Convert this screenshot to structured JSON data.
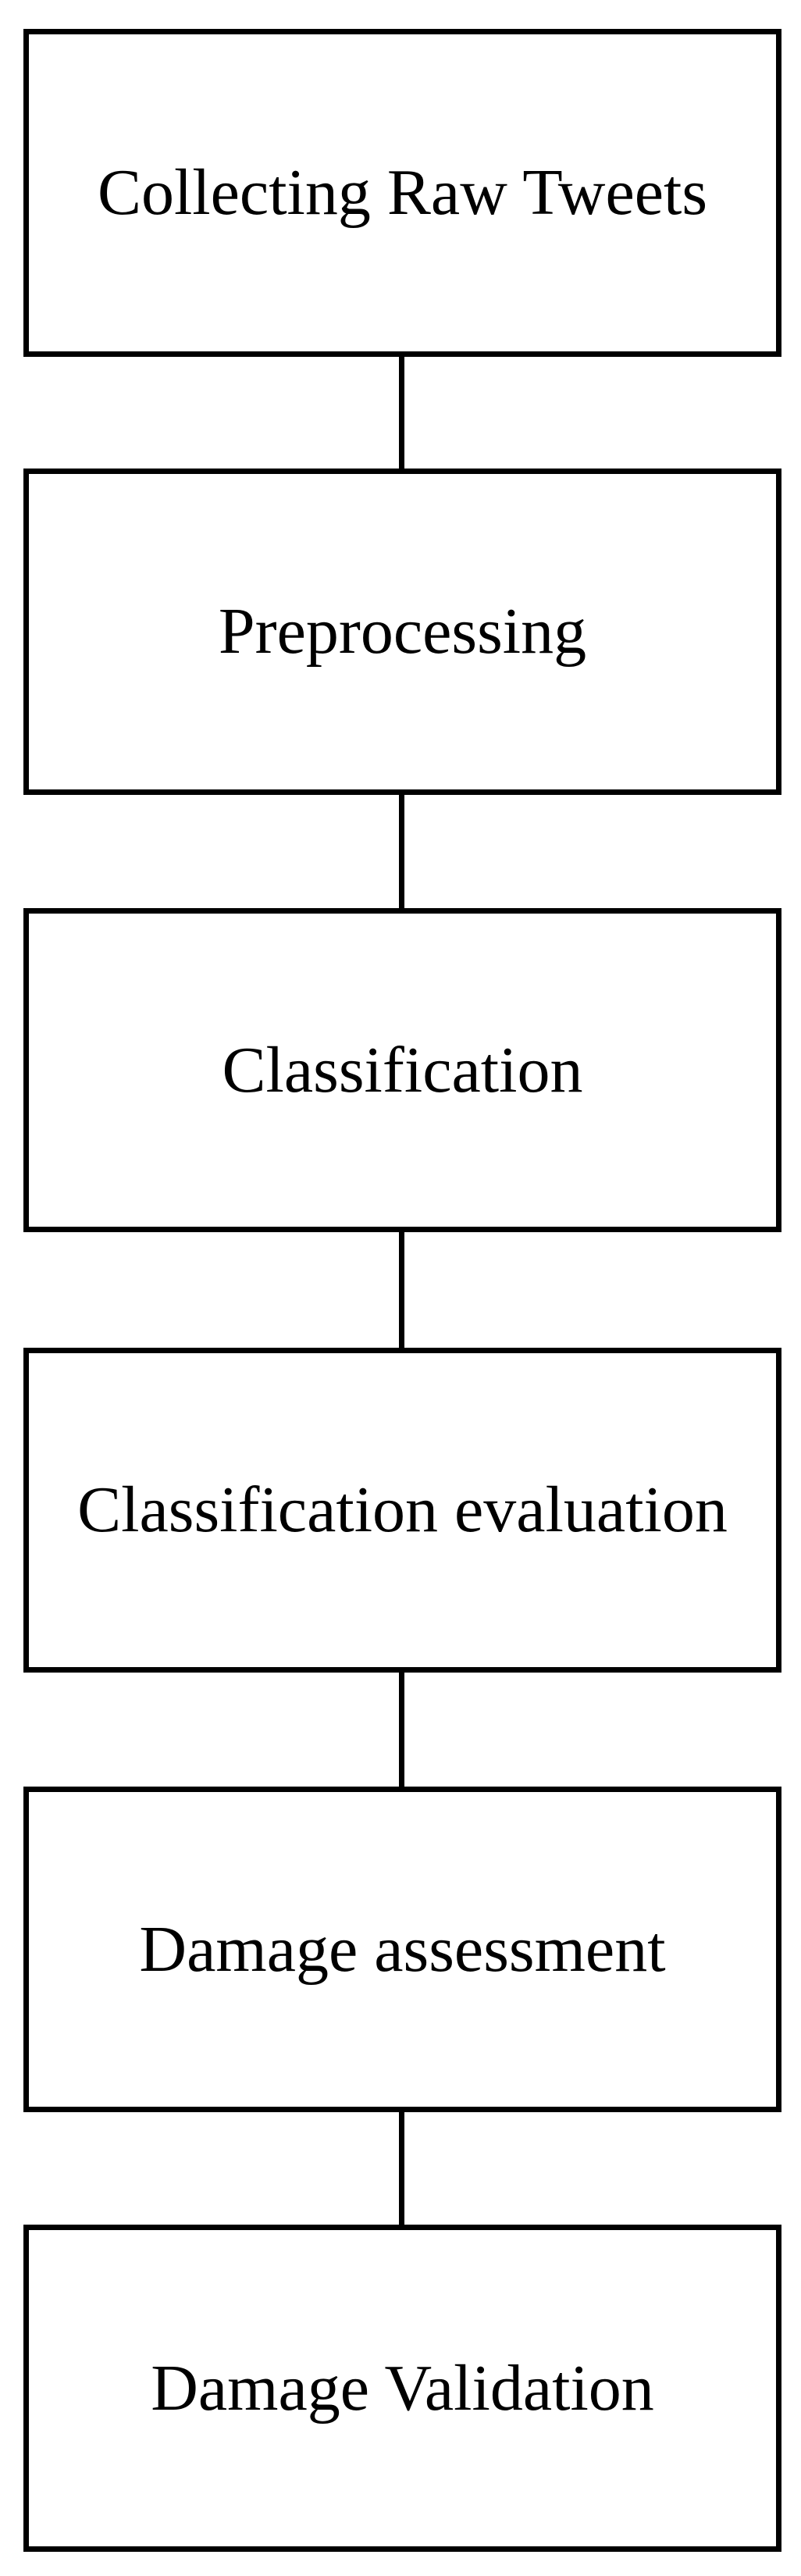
{
  "figure": {
    "type": "flowchart",
    "direction": "top-down",
    "connector_style": "plain-vertical-line-no-arrowhead",
    "colors": {
      "background": "#ffffff",
      "box_fill": "#ffffff",
      "box_border": "#000000",
      "text": "#000000",
      "connector": "#000000"
    },
    "steps": [
      {
        "label": "Collecting Raw Tweets"
      },
      {
        "label": "Preprocessing"
      },
      {
        "label": "Classification"
      },
      {
        "label": "Classification evaluation"
      },
      {
        "label": "Damage assessment"
      },
      {
        "label": "Damage Validation"
      }
    ],
    "connections": [
      {
        "from": "Collecting Raw Tweets",
        "to": "Preprocessing"
      },
      {
        "from": "Preprocessing",
        "to": "Classification"
      },
      {
        "from": "Classification",
        "to": "Classification evaluation"
      },
      {
        "from": "Classification evaluation",
        "to": "Damage assessment"
      },
      {
        "from": "Damage assessment",
        "to": "Damage Validation"
      }
    ]
  }
}
